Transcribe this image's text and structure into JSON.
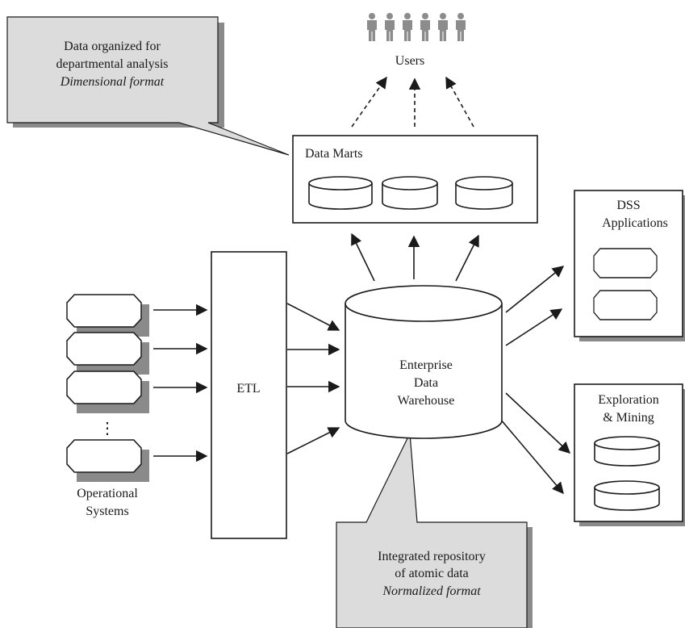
{
  "callout_top": {
    "line1": "Data organized for",
    "line2": "departmental analysis",
    "line3": "Dimensional format"
  },
  "users": {
    "label": "Users",
    "count": 6,
    "icon": "person-icon"
  },
  "data_marts": {
    "title": "Data Marts",
    "store_count": 3
  },
  "dss": {
    "line1": "DSS",
    "line2": "Applications"
  },
  "exploration": {
    "line1": "Exploration",
    "line2": "& Mining"
  },
  "etl": {
    "label": "ETL"
  },
  "edw": {
    "line1": "Enterprise",
    "line2": "Data",
    "line3": "Warehouse"
  },
  "operational": {
    "line1": "Operational",
    "line2": "Systems",
    "ellipsis": "⋮"
  },
  "callout_bottom": {
    "line1": "Integrated repository",
    "line2": "of atomic data",
    "line3": "Normalized format"
  },
  "colors": {
    "callout_fill": "#dcdcdc",
    "shadow": "#8a8a8a",
    "user_icon": "#8c8c8c",
    "stroke": "#1a1a1a"
  }
}
